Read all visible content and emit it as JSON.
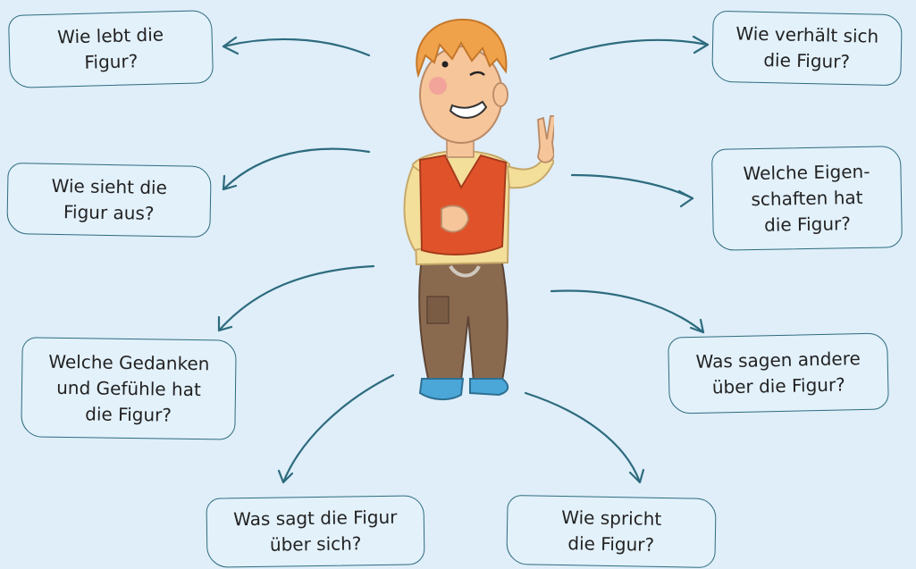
{
  "boxes": {
    "lebt": {
      "line1": "Wie lebt die",
      "line2": "Figur?"
    },
    "verhaelt": {
      "line1": "Wie verhält sich",
      "line2": "die Figur?"
    },
    "sieht": {
      "line1": "Wie sieht die",
      "line2": "Figur aus?"
    },
    "eigen": {
      "line1": "Welche Eigen-",
      "line2": "schaften hat",
      "line3": "die Figur?"
    },
    "gedanken": {
      "line1": "Welche Gedanken",
      "line2": "und Gefühle hat",
      "line3": "die Figur?"
    },
    "andere": {
      "line1": "Was sagen andere",
      "line2": "über die Figur?"
    },
    "sagt": {
      "line1": "Was sagt die Figur",
      "line2": "über sich?"
    },
    "spricht": {
      "line1": "Wie spricht",
      "line2": "die Figur?"
    }
  },
  "colors": {
    "background": "#dfeef9",
    "box_border": "#2d6b7e",
    "arrow": "#2d6b7e",
    "hair": "#f0a24a",
    "vest": "#e0532a",
    "shirt": "#f4df9a",
    "trousers": "#8a6a4f",
    "shoes": "#4aa7d8"
  },
  "figure": {
    "name": "boy-character-illustration"
  }
}
